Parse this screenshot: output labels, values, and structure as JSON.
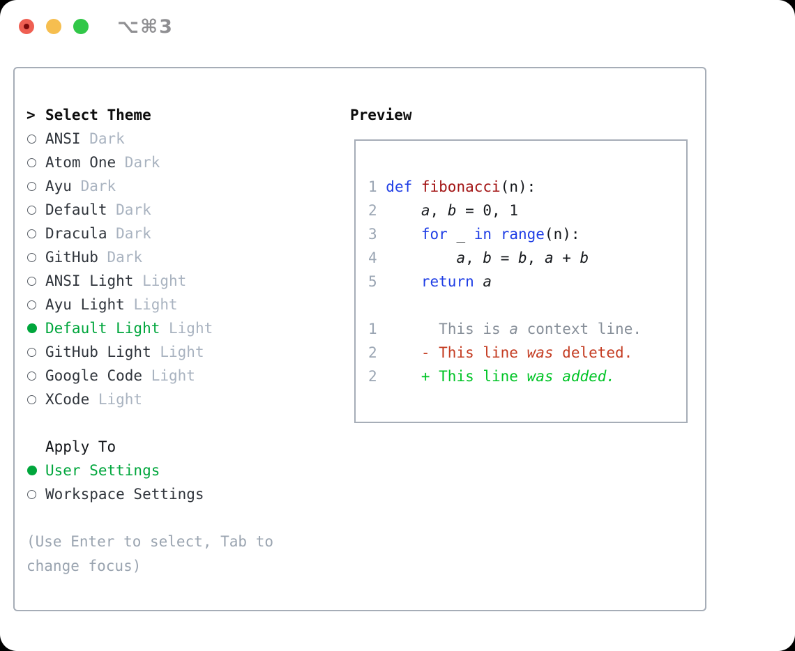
{
  "window": {
    "title": "⌥⌘3",
    "traffic_lights": {
      "close": "close",
      "minimize": "minimize",
      "zoom": "zoom"
    }
  },
  "colors": {
    "border_gray": "#a6adb7",
    "selected_green": "#00a63c",
    "item_name": "#30353c",
    "variant_gray": "#a9b3c0",
    "hint_gray": "#9aa4b0",
    "num": "#9aa5b3",
    "kw": "#1e3de5",
    "fn": "#a31515",
    "plain": "#16191d",
    "ctx": "#878f99",
    "del": "#c43c22",
    "add": "#00c426"
  },
  "theme_selector": {
    "header_marker": ">",
    "header": "Select Theme",
    "items": [
      {
        "name": "ANSI",
        "variant": "Dark",
        "selected": false
      },
      {
        "name": "Atom One",
        "variant": "Dark",
        "selected": false
      },
      {
        "name": "Ayu",
        "variant": "Dark",
        "selected": false
      },
      {
        "name": "Default",
        "variant": "Dark",
        "selected": false
      },
      {
        "name": "Dracula",
        "variant": "Dark",
        "selected": false
      },
      {
        "name": "GitHub",
        "variant": "Dark",
        "selected": false
      },
      {
        "name": "ANSI Light",
        "variant": "Light",
        "selected": false
      },
      {
        "name": "Ayu Light",
        "variant": "Light",
        "selected": false
      },
      {
        "name": "Default Light",
        "variant": "Light",
        "selected": true
      },
      {
        "name": "GitHub Light",
        "variant": "Light",
        "selected": false
      },
      {
        "name": "Google Code",
        "variant": "Light",
        "selected": false
      },
      {
        "name": "XCode",
        "variant": "Light",
        "selected": false
      }
    ]
  },
  "apply_to": {
    "header": "Apply To",
    "options": [
      {
        "label": "User Settings",
        "selected": true
      },
      {
        "label": "Workspace Settings",
        "selected": false
      }
    ]
  },
  "hint": {
    "line1": "(Use Enter to select, Tab to",
    "line2": "change focus)"
  },
  "preview": {
    "header": "Preview",
    "lines": [
      {
        "segs": [
          {
            "t": "1 ",
            "c": "num"
          },
          {
            "t": "def ",
            "c": "kw"
          },
          {
            "t": "fibonacci",
            "c": "fn"
          },
          {
            "t": "(n):",
            "c": "plain"
          }
        ]
      },
      {
        "segs": [
          {
            "t": "2 ",
            "c": "num"
          },
          {
            "t": "    ",
            "c": "plain"
          },
          {
            "t": "a",
            "c": "plain",
            "i": true
          },
          {
            "t": ", ",
            "c": "plain"
          },
          {
            "t": "b",
            "c": "plain",
            "i": true
          },
          {
            "t": " = 0, 1",
            "c": "plain"
          }
        ]
      },
      {
        "segs": [
          {
            "t": "3 ",
            "c": "num"
          },
          {
            "t": "    ",
            "c": "plain"
          },
          {
            "t": "for",
            "c": "kw"
          },
          {
            "t": " _ ",
            "c": "plain"
          },
          {
            "t": "in",
            "c": "kw"
          },
          {
            "t": " ",
            "c": "plain"
          },
          {
            "t": "range",
            "c": "kw"
          },
          {
            "t": "(n):",
            "c": "plain"
          }
        ]
      },
      {
        "segs": [
          {
            "t": "4 ",
            "c": "num"
          },
          {
            "t": "        ",
            "c": "plain"
          },
          {
            "t": "a",
            "c": "plain",
            "i": true
          },
          {
            "t": ", ",
            "c": "plain"
          },
          {
            "t": "b",
            "c": "plain",
            "i": true
          },
          {
            "t": " = ",
            "c": "plain"
          },
          {
            "t": "b",
            "c": "plain",
            "i": true
          },
          {
            "t": ", ",
            "c": "plain"
          },
          {
            "t": "a",
            "c": "plain",
            "i": true
          },
          {
            "t": " + ",
            "c": "plain"
          },
          {
            "t": "b",
            "c": "plain",
            "i": true
          }
        ]
      },
      {
        "segs": [
          {
            "t": "5 ",
            "c": "num"
          },
          {
            "t": "    ",
            "c": "plain"
          },
          {
            "t": "return",
            "c": "kw"
          },
          {
            "t": " ",
            "c": "plain"
          },
          {
            "t": "a",
            "c": "plain",
            "i": true
          }
        ]
      },
      {
        "segs": []
      },
      {
        "segs": [
          {
            "t": "1",
            "c": "num"
          },
          {
            "t": "       ",
            "c": "ctx"
          },
          {
            "t": "This is ",
            "c": "ctx"
          },
          {
            "t": "a",
            "c": "ctx",
            "i": true
          },
          {
            "t": " context line.",
            "c": "ctx"
          }
        ]
      },
      {
        "segs": [
          {
            "t": "2",
            "c": "num"
          },
          {
            "t": "     ",
            "c": "plain"
          },
          {
            "t": "- This line ",
            "c": "del"
          },
          {
            "t": "was",
            "c": "del",
            "i": true
          },
          {
            "t": " deleted.",
            "c": "del"
          }
        ]
      },
      {
        "segs": [
          {
            "t": "2",
            "c": "num"
          },
          {
            "t": "     ",
            "c": "plain"
          },
          {
            "t": "+ This line ",
            "c": "add"
          },
          {
            "t": "was",
            "c": "add",
            "i": true
          },
          {
            "t": " ",
            "c": "add"
          },
          {
            "t": "added.",
            "c": "add",
            "i": true
          }
        ]
      }
    ]
  }
}
